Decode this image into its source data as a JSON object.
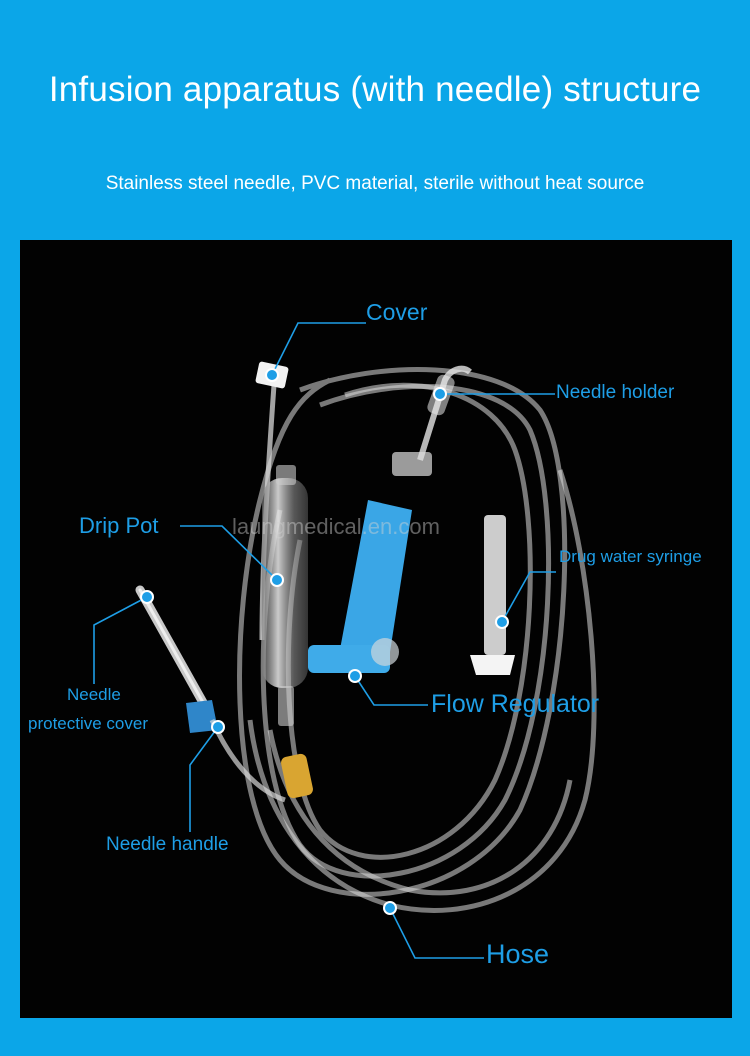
{
  "title": "Infusion apparatus (with needle) structure",
  "subtitle": "Stainless steel needle, PVC material, sterile without heat source",
  "watermark": "laungmedical.en.com",
  "labels": {
    "cover": "Cover",
    "needle_holder": "Needle holder",
    "drip_pot": "Drip Pot",
    "drug_water_syringe": "Drug water syringe",
    "needle_protective_cover_line1": "Needle",
    "needle_protective_cover_line2": "protective cover",
    "flow_regulator": "Flow Regulator",
    "needle_handle": "Needle handle",
    "hose": "Hose"
  },
  "colors": {
    "background": "#0ba6e8",
    "panel": "#020202",
    "label": "#1e9ee6",
    "regulator": "#3aa6e6",
    "connector": "#d9a531"
  }
}
